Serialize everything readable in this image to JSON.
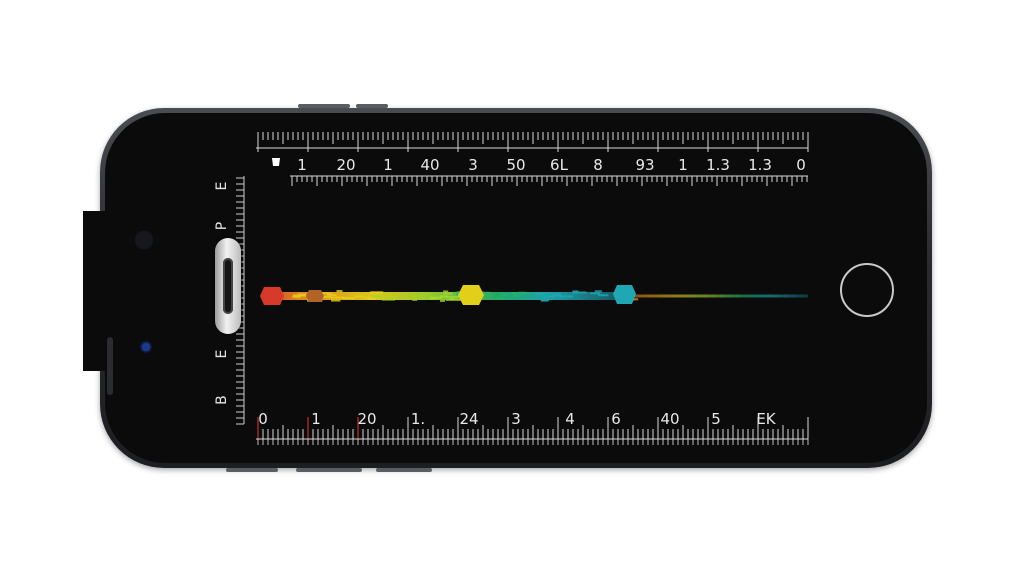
{
  "app": {
    "title": "",
    "bubble_level_value": 0.73
  },
  "top_ruler": {
    "labels": [
      "1",
      "20",
      "1",
      "40",
      "3",
      "50",
      "6L",
      "8",
      "93",
      "1",
      "1.3",
      "1.3",
      "0"
    ],
    "highlight_index": 9,
    "highlight_color": "#f0a020"
  },
  "bottom_ruler": {
    "labels": [
      "0",
      "1",
      "20",
      "1.",
      "24",
      "3",
      "4",
      "6",
      "40",
      "5",
      "EK"
    ],
    "red_indices": [
      0,
      1,
      2
    ],
    "red_color": "#e0392f"
  },
  "side_ruler": {
    "labels": [
      "E",
      "P",
      "E",
      "B"
    ]
  },
  "markers": [
    {
      "name": "marker-red",
      "color": "#d83a2a"
    },
    {
      "name": "marker-yellow",
      "color": "#e2cf1a"
    },
    {
      "name": "marker-teal",
      "color": "#1fa7b3"
    }
  ],
  "icons": {
    "slider": "slider-handle-icon",
    "home": "home-button-icon",
    "top_start": "caret-icon"
  }
}
